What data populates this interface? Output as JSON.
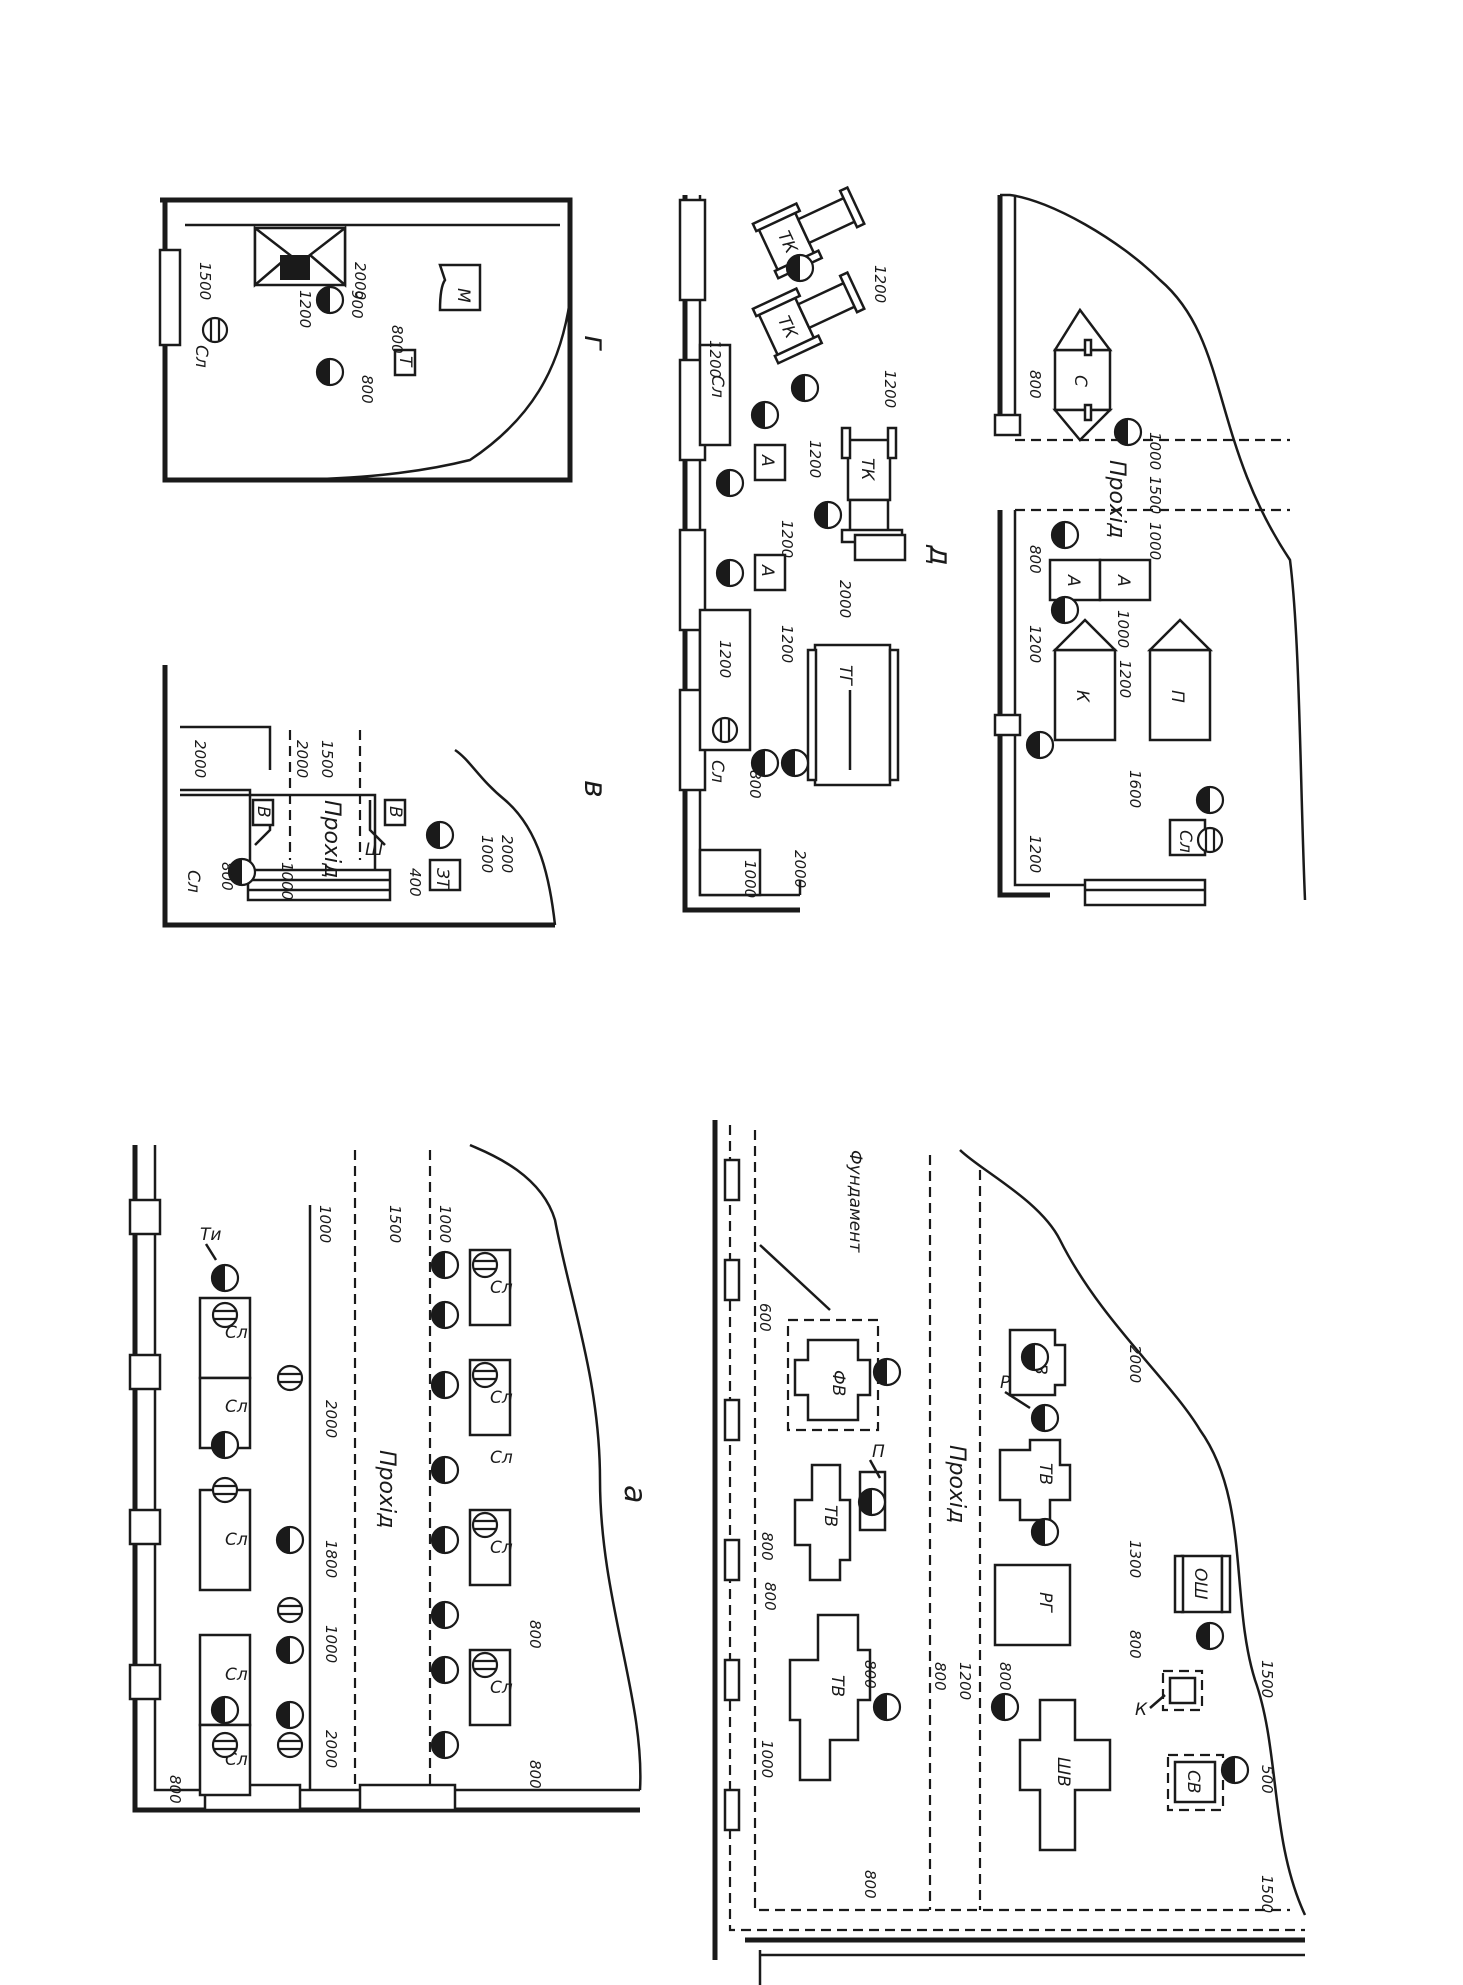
{
  "panels": {
    "a": {
      "caption": "а",
      "aisle": "Прохід",
      "equipment": [
        "Сл",
        "Сл",
        "Сл",
        "Сл",
        "Сл",
        "Сл",
        "Сл",
        "Сл",
        "Сл",
        "Сл"
      ],
      "vice_label": "Ти",
      "dims": [
        "800",
        "2000",
        "1000",
        "1800",
        "2000",
        "1000",
        "1500",
        "1000",
        "800",
        "800"
      ]
    },
    "b": {
      "aisle": "Прохід",
      "foundation": "Фундамент",
      "equipment": [
        "ФВ",
        "ТВ",
        "ТВ",
        "РВ",
        "ТВ",
        "РГ",
        "ШВ",
        "ОШ",
        "СВ"
      ],
      "markers": [
        "П",
        "Р",
        "К"
      ],
      "dims": [
        "600",
        "800",
        "800",
        "1000",
        "800",
        "800",
        "800",
        "1200",
        "800",
        "2000",
        "1300",
        "800",
        "1500",
        "500",
        "1500"
      ]
    },
    "v": {
      "caption": "в",
      "aisle": "Прохід",
      "equipment": [
        "Сл",
        "В",
        "В",
        "ЗТ"
      ],
      "marker": "Ш",
      "dims": [
        "2000",
        "2000",
        "1500",
        "800",
        "1000",
        "400",
        "1000",
        "2000"
      ]
    },
    "g": {
      "caption": "г",
      "equipment": [
        "Сл",
        "М",
        "Т"
      ],
      "dims": [
        "1500",
        "1200",
        "900",
        "2000",
        "800",
        "800"
      ]
    },
    "d": {
      "caption": "д",
      "aisle": "Прохід",
      "equipment_top": [
        "ТК",
        "ТК",
        "Сл",
        "А",
        "ТК",
        "А",
        "ТГ",
        "Сл"
      ],
      "equipment_bottom": [
        "С",
        "А",
        "А",
        "К",
        "П",
        "Сл"
      ],
      "dims_top": [
        "1200",
        "1200",
        "1200",
        "1200",
        "1200",
        "1200",
        "2000",
        "1200",
        "800",
        "1000",
        "2000"
      ],
      "dims_bottom": [
        "800",
        "1000",
        "1500",
        "1000",
        "800",
        "1000",
        "1200",
        "1200",
        "1600",
        "1200"
      ]
    }
  }
}
